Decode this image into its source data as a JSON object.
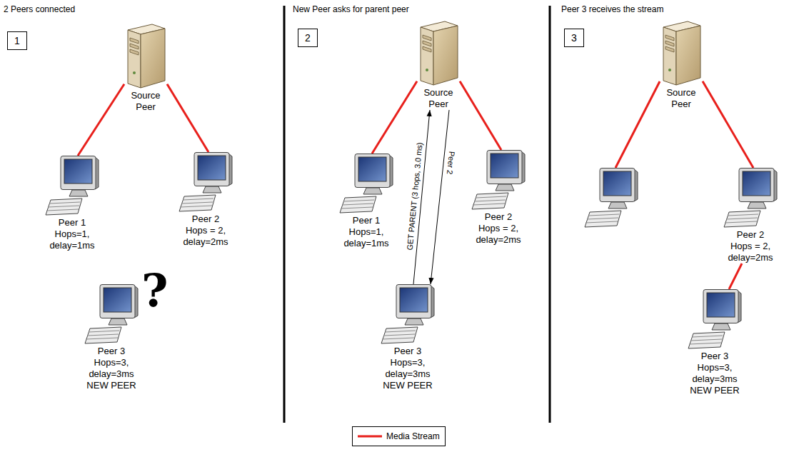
{
  "diagram": {
    "nodes": [
      {
        "text": [
          "Source Peer"
        ]
      },
      {
        "text": [
          "Peer 1",
          "Hops=1, delay=1ms"
        ]
      },
      {
        "text": [
          "Peer 2",
          "Hops = 2, delay=2ms"
        ]
      },
      {
        "text": [
          "Peer 3",
          "Hops=3, delay=3ms",
          "NEW PEER"
        ]
      },
      {
        "text": [
          "Source Peer"
        ]
      },
      {
        "text": [
          "Peer 1",
          "Hops=1, delay=1ms"
        ]
      },
      {
        "text": [
          "Peer 2",
          "Hops = 2, delay=2ms"
        ]
      },
      {
        "text": [
          "Peer 3",
          "Hops=3, delay=3ms",
          "NEW PEER"
        ]
      },
      {
        "text": [
          "Source Peer"
        ]
      },
      {
        "text": [
          "Peer 2",
          "Hops = 2, delay=2ms"
        ]
      },
      {
        "text": [
          "Peer 3",
          "Hops=3, delay=3ms",
          "NEW PEER"
        ]
      }
    ],
    "edges": [
      {
        "from": 0,
        "to": 1,
        "arrow": "none"
      },
      {
        "from": 0,
        "to": 2,
        "arrow": "none"
      },
      {
        "from": 4,
        "to": 5,
        "arrow": "none"
      },
      {
        "from": 4,
        "to": 6,
        "arrow": "none"
      },
      {
        "from": 7,
        "to": 4,
        "arrow": "to",
        "label": "GET PARENT (3 hops, 3.0 ms)"
      },
      {
        "from": 4,
        "to": 7,
        "arrow": "to",
        "label": "Peer 2"
      },
      {
        "from": 8,
        "to": 9,
        "arrow": "none"
      },
      {
        "from": 9,
        "to": 10,
        "arrow": "none"
      }
    ],
    "labels": [
      "2 Peers connected",
      "1",
      "?",
      "New Peer asks for parent peer",
      "2",
      "Peer 3 receives the stream",
      "3"
    ],
    "legend": [
      {
        "text": "Media Stream"
      }
    ]
  }
}
